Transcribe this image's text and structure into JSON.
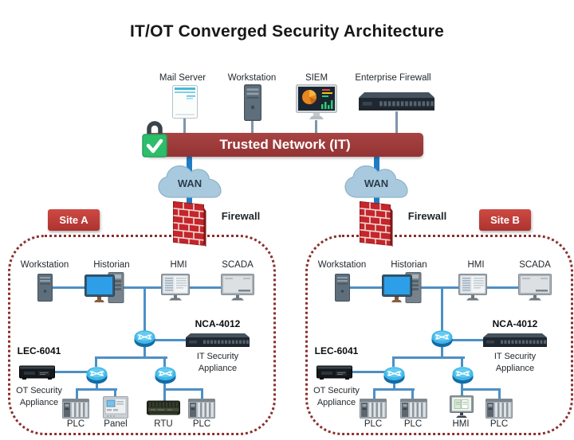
{
  "title": "IT/OT Converged Security Architecture",
  "it_network": {
    "devices": [
      {
        "label": "Mail Server",
        "icon": "mail-server-icon"
      },
      {
        "label": "Workstation",
        "icon": "workstation-tower-icon"
      },
      {
        "label": "SIEM",
        "icon": "siem-dashboard-icon"
      },
      {
        "label": "Enterprise Firewall",
        "icon": "rack-appliance-icon"
      }
    ],
    "bar_label": "Trusted Network (IT)"
  },
  "wan_label": "WAN",
  "firewall_label": "Firewall",
  "sites": [
    {
      "badge": "Site A",
      "devices_top": [
        "Workstation",
        "Historian",
        "HMI",
        "SCADA"
      ],
      "it_appliance": {
        "model": "NCA-4012",
        "role": [
          "IT Security",
          "Appliance"
        ]
      },
      "ot_appliance": {
        "model": "LEC-6041",
        "role": [
          "OT Security",
          "Appliance"
        ]
      },
      "devices_bottom": [
        "PLC",
        "Panel",
        "RTU",
        "PLC"
      ]
    },
    {
      "badge": "Site B",
      "devices_top": [
        "Workstation",
        "Historian",
        "HMI",
        "SCADA"
      ],
      "it_appliance": {
        "model": "NCA-4012",
        "role": [
          "IT Security",
          "Appliance"
        ]
      },
      "ot_appliance": {
        "model": "LEC-6041",
        "role": [
          "OT Security",
          "Appliance"
        ]
      },
      "devices_bottom": [
        "PLC",
        "PLC",
        "HMI",
        "PLC"
      ]
    }
  ],
  "icons": {
    "lock": "green-padlock-with-checkmark",
    "cloud": "wan-cloud",
    "firewall": "red-brick-wall",
    "router": "router-cylinder-arrows",
    "plc": "plc-rack-modules",
    "rtu": "rtu-device",
    "panel": "operator-panel",
    "hmi": "hmi-monitor"
  },
  "colors": {
    "trusted_bar": "#9E3939",
    "site_badge": "#C13B38",
    "dotted_border": "#8B2F2F",
    "thick_line": "#1F7DC4",
    "thin_line": "#4E8FC5",
    "lock_green": "#2DBE6C",
    "cloud_fill": "#A9CADE",
    "brick_red": "#C4262B"
  }
}
